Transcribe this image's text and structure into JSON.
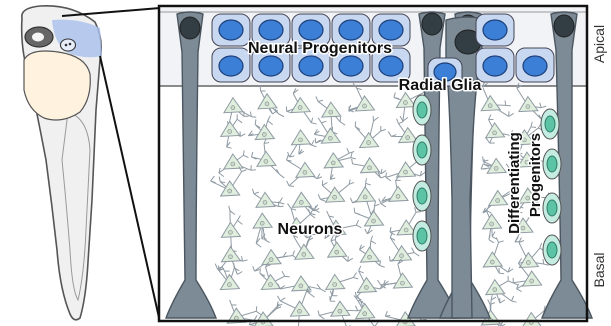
{
  "labels": {
    "neural_progenitors": "Neural Progenitors",
    "radial_glia": "Radial Glia",
    "neurons": "Neurons",
    "differentiating_line1": "Differentiating",
    "differentiating_line2": "Progenitors",
    "apical": "Apical",
    "basal": "Basal"
  },
  "colors": {
    "progenitor_fill": "#3b7fd6",
    "progenitor_halo": "#c9d8f1",
    "radial_glia": "#7c8b96",
    "radial_glia_edge": "#4b5660",
    "differentiating": "#5cc4a4",
    "differentiating_halo": "#c5ece0",
    "neuron_fill": "#dfeedd",
    "neuron_line": "#8f9aa3",
    "embryo_region": "#a9c1ee"
  }
}
